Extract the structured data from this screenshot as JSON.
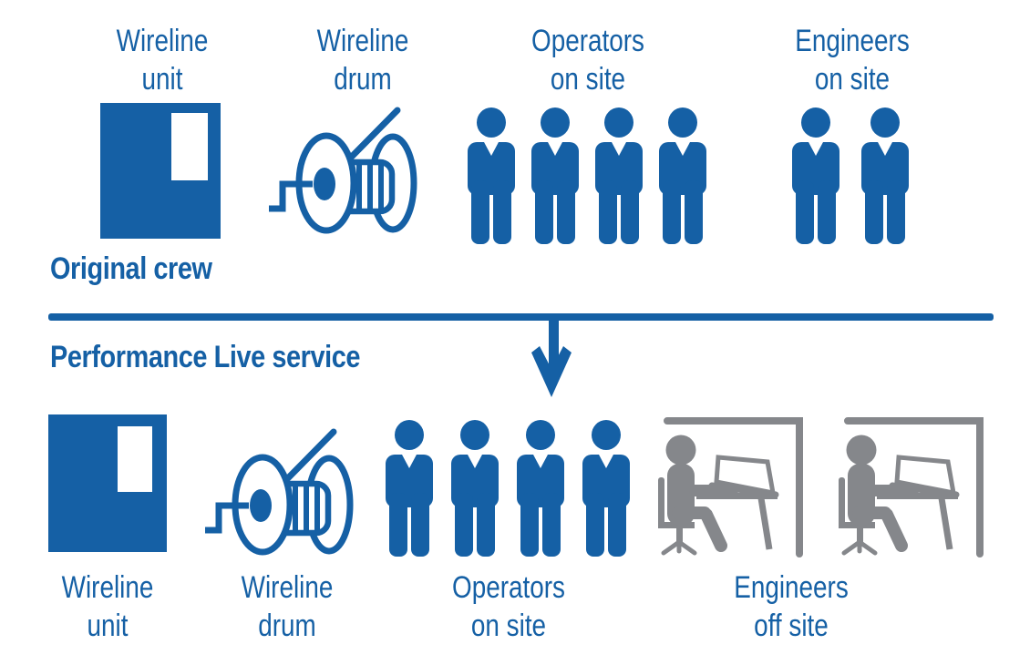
{
  "colors": {
    "blue": "#1560a5",
    "gray": "#85878b"
  },
  "icons": [
    "wireline-unit-icon",
    "wireline-drum-icon",
    "person-icon",
    "engineer-at-desk-icon",
    "down-arrow-icon"
  ],
  "sections": {
    "original": {
      "title": "Original crew",
      "labels": {
        "unit": {
          "line1": "Wireline",
          "line2": "unit"
        },
        "drum": {
          "line1": "Wireline",
          "line2": "drum"
        },
        "operators": {
          "line1": "Operators",
          "line2": "on site"
        },
        "engineers": {
          "line1": "Engineers",
          "line2": "on site"
        }
      },
      "counts": {
        "operators": 4,
        "engineers": 2
      }
    },
    "performance": {
      "title": "Performance Live service",
      "labels": {
        "unit": {
          "line1": "Wireline",
          "line2": "unit"
        },
        "drum": {
          "line1": "Wireline",
          "line2": "drum"
        },
        "operators": {
          "line1": "Operators",
          "line2": "on site"
        },
        "engineers": {
          "line1": "Engineers",
          "line2": "off site"
        }
      },
      "counts": {
        "operators": 4,
        "engineers": 2
      }
    }
  }
}
